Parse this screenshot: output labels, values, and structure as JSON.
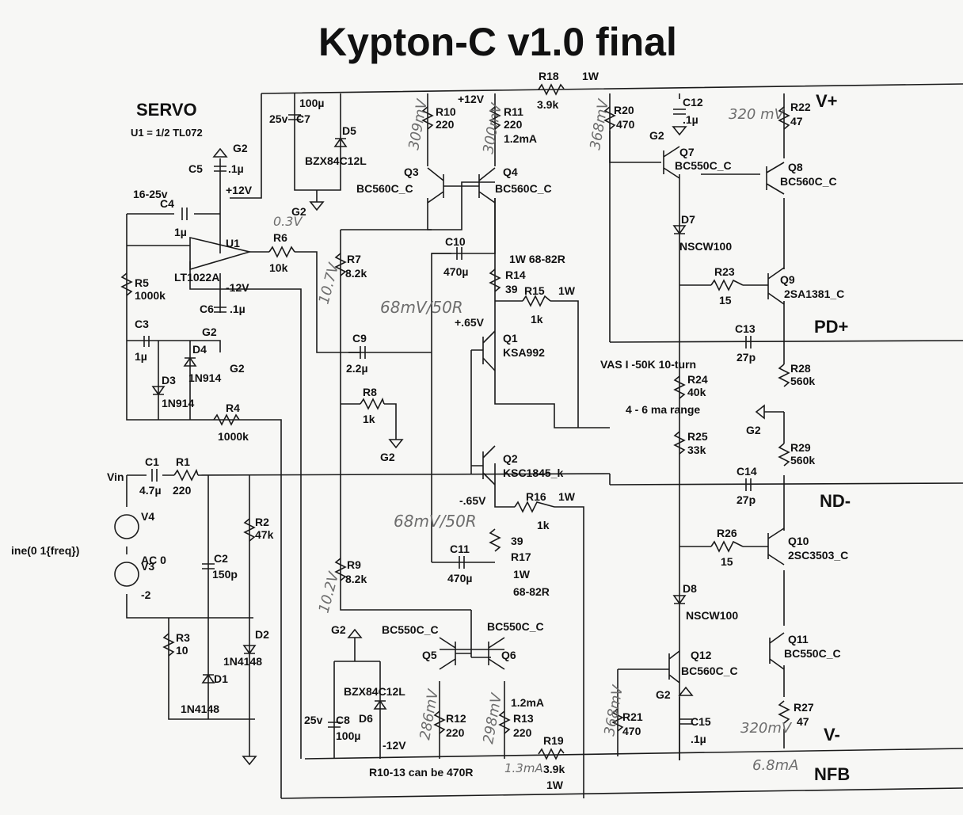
{
  "title": "Kypton-C v1.0 final",
  "servo": {
    "heading": "SERVO",
    "note": "U1 = 1/2 TL072"
  },
  "rails": {
    "vplus": "V+",
    "pdplus": "PD+",
    "ndminus": "ND-",
    "vminus": "V-",
    "nfb": "NFB"
  },
  "input": {
    "vin": "Vin",
    "source_expr": "ine(0 1{freq})",
    "v4": "V4",
    "v3": "V3",
    "ac": "AC 0",
    "offset": "-2"
  },
  "components": [
    {
      "ref": "C1",
      "value": "4.7µ"
    },
    {
      "ref": "R1",
      "value": "220"
    },
    {
      "ref": "C2",
      "value": "150p"
    },
    {
      "ref": "R2",
      "value": "47k"
    },
    {
      "ref": "R3",
      "value": "10"
    },
    {
      "ref": "D1",
      "value": "1N4148"
    },
    {
      "ref": "D2",
      "value": "1N4148"
    },
    {
      "ref": "U1",
      "value": "LT1022A"
    },
    {
      "ref": "C4",
      "value": "1µ"
    },
    {
      "ref": "C5",
      "value": ".1µ"
    },
    {
      "ref": "C6",
      "value": ".1µ"
    },
    {
      "ref": "C3",
      "value": "1µ"
    },
    {
      "ref": "R5",
      "value": "1000k"
    },
    {
      "ref": "R6",
      "value": "10k"
    },
    {
      "ref": "R4",
      "value": "1000k"
    },
    {
      "ref": "D3",
      "value": "1N914"
    },
    {
      "ref": "D4",
      "value": "1N914"
    },
    {
      "ref": "C7",
      "value": "100µ"
    },
    {
      "ref": "D5",
      "value": "BZX84C12L"
    },
    {
      "ref": "R7",
      "value": "8.2k"
    },
    {
      "ref": "R8",
      "value": "1k"
    },
    {
      "ref": "C9",
      "value": "2.2µ"
    },
    {
      "ref": "R9",
      "value": "8.2k"
    },
    {
      "ref": "C8",
      "value": "100µ"
    },
    {
      "ref": "D6",
      "value": "BZX84C12L"
    },
    {
      "ref": "R10",
      "value": "220"
    },
    {
      "ref": "R11",
      "value": "220"
    },
    {
      "ref": "Q3",
      "value": "BC560C_C"
    },
    {
      "ref": "Q4",
      "value": "BC560C_C"
    },
    {
      "ref": "C10",
      "value": "470µ"
    },
    {
      "ref": "R14",
      "value": "39"
    },
    {
      "ref": "R15",
      "value": "1k"
    },
    {
      "ref": "Q1",
      "value": "KSA992"
    },
    {
      "ref": "Q2",
      "value": "KSC1845_k"
    },
    {
      "ref": "R16",
      "value": "1k"
    },
    {
      "ref": "R17",
      "value": "39"
    },
    {
      "ref": "C11",
      "value": "470µ"
    },
    {
      "ref": "Q5",
      "value": "BC550C_C"
    },
    {
      "ref": "Q6",
      "value": "BC550C_C"
    },
    {
      "ref": "R12",
      "value": "220"
    },
    {
      "ref": "R13",
      "value": "220"
    },
    {
      "ref": "R18",
      "value": "3.9k"
    },
    {
      "ref": "R19",
      "value": "3.9k"
    },
    {
      "ref": "R20",
      "value": "470"
    },
    {
      "ref": "R21",
      "value": "470"
    },
    {
      "ref": "C12",
      "value": ".1µ"
    },
    {
      "ref": "C15",
      "value": ".1µ"
    },
    {
      "ref": "Q7",
      "value": "BC550C_C"
    },
    {
      "ref": "Q8",
      "value": "BC560C_C"
    },
    {
      "ref": "D7",
      "value": "NSCW100"
    },
    {
      "ref": "R23",
      "value": "15"
    },
    {
      "ref": "Q9",
      "value": "2SA1381_C"
    },
    {
      "ref": "R22",
      "value": "47"
    },
    {
      "ref": "C13",
      "value": "27p"
    },
    {
      "ref": "R24",
      "value": "40k"
    },
    {
      "ref": "R25",
      "value": "33k"
    },
    {
      "ref": "R28",
      "value": "560k"
    },
    {
      "ref": "R29",
      "value": "560k"
    },
    {
      "ref": "C14",
      "value": "27p"
    },
    {
      "ref": "R26",
      "value": "15"
    },
    {
      "ref": "Q10",
      "value": "2SC3503_C"
    },
    {
      "ref": "D8",
      "value": "NSCW100"
    },
    {
      "ref": "Q11",
      "value": "BC550C_C"
    },
    {
      "ref": "Q12",
      "value": "BC560C_C"
    },
    {
      "ref": "R27",
      "value": "47"
    }
  ],
  "labels": {
    "g2": "G2",
    "p12": "+12V",
    "m12": "-12V",
    "v25": "25v",
    "v1625": "16-25v",
    "w1": "1W",
    "w1_6882": "1W  68-82R",
    "ma12": "1.2mA",
    "vbias_p": "+.65V",
    "vbias_m": "-.65V",
    "r17w": "1W",
    "r17r": "68-82R",
    "vas": "VAS I -50K 10-turn",
    "range": "4 - 6 ma range",
    "r1013": "R10-13 can be 470R"
  },
  "pencil_notes": {
    "n309": "309mV",
    "n300": "300mV",
    "n368a": "368mV",
    "n320a": "320 mV",
    "n03": "0.3V",
    "n107": "10.7V",
    "n68a": "68mV/50R",
    "n68b": "68mV/50R",
    "n102": "10.2V",
    "n286": "286mV",
    "n298": "298mV",
    "n368b": "368mV",
    "n320b": "320mV",
    "n13": "1.3mA",
    "n68ma": "6.8mA"
  }
}
